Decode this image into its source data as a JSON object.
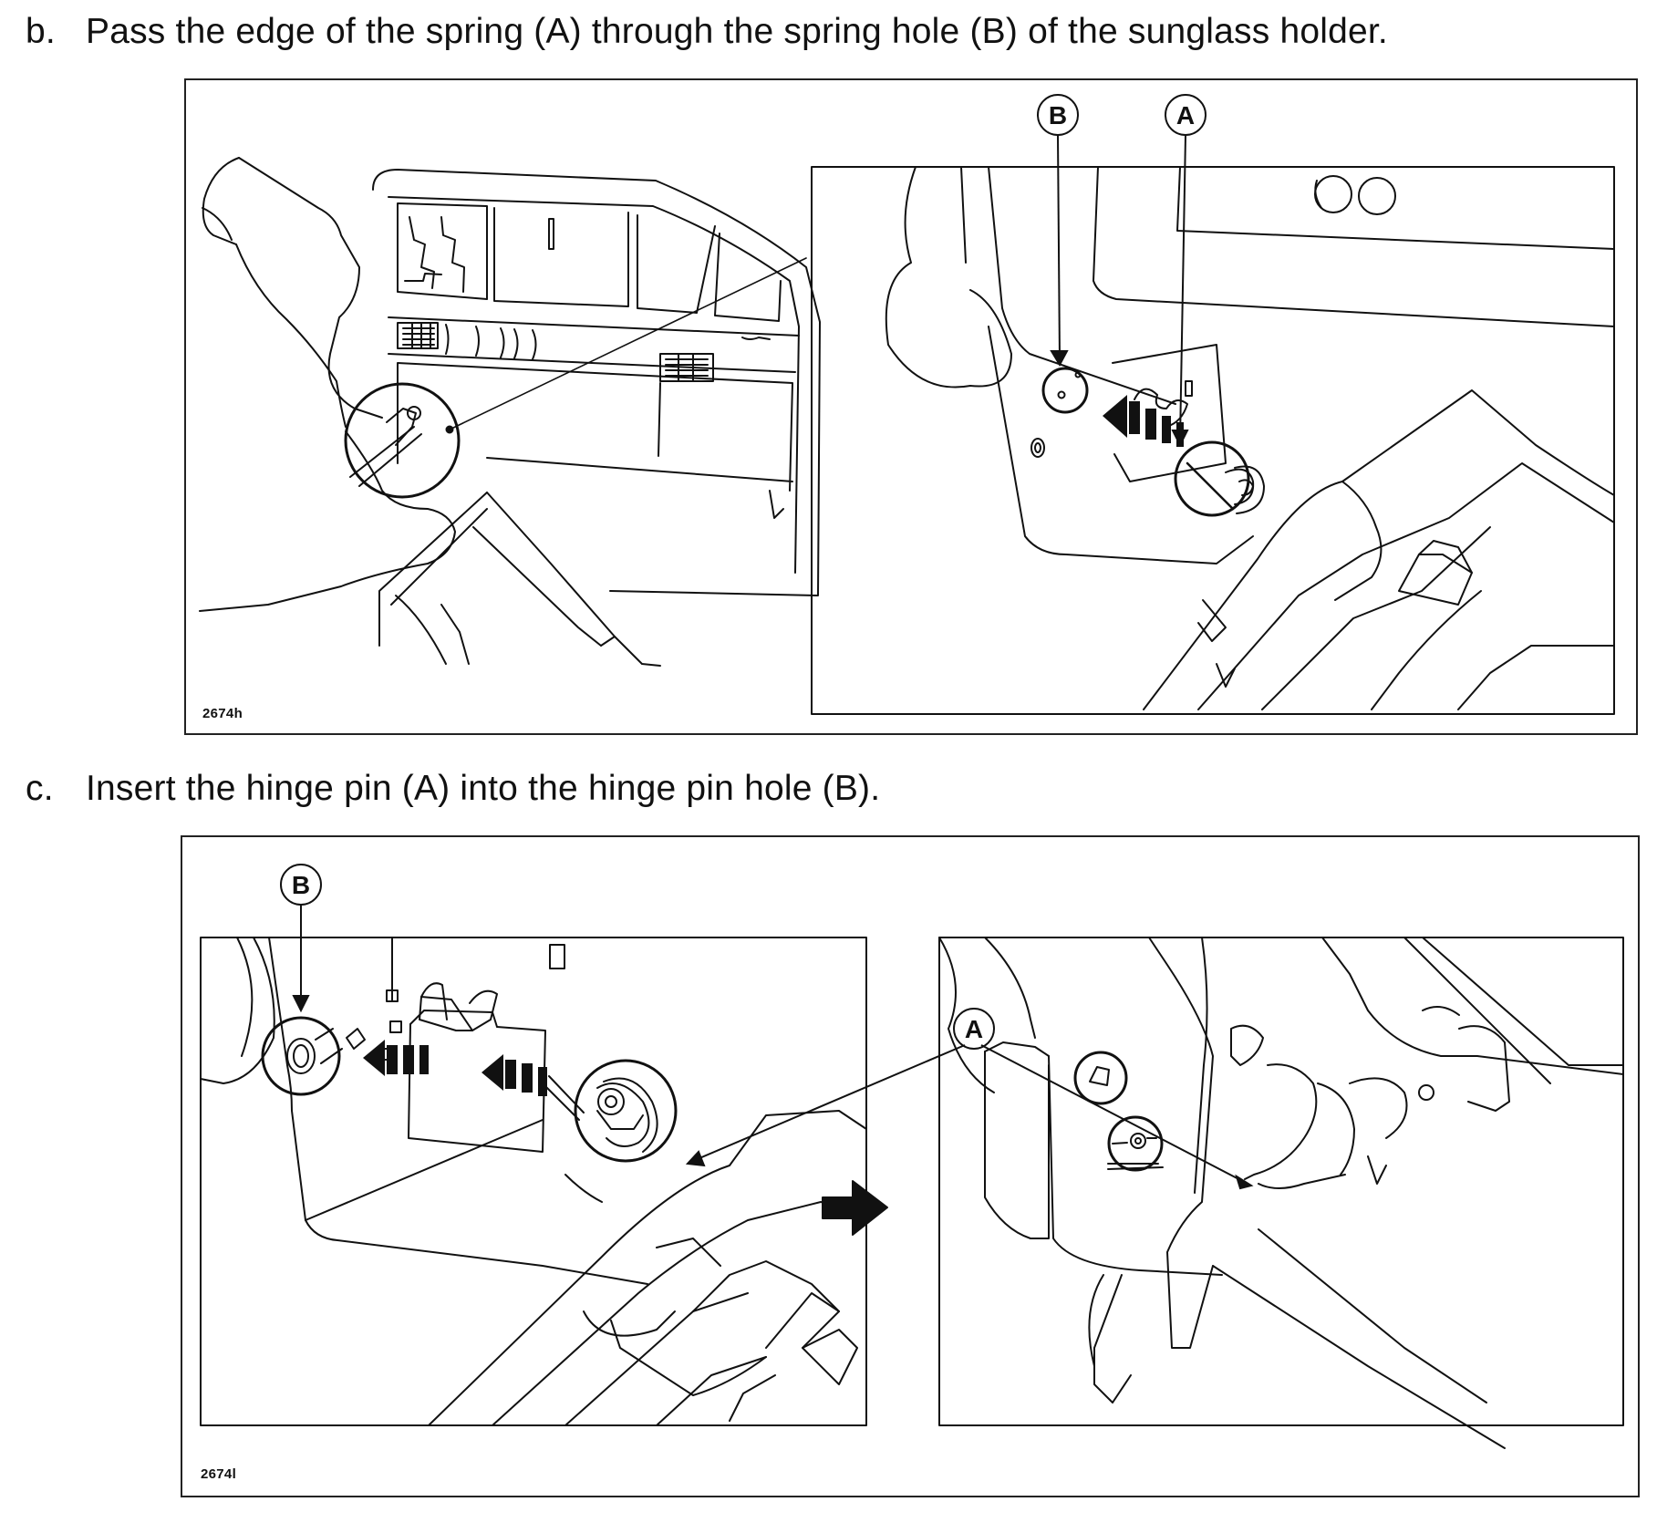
{
  "steps": [
    {
      "letter": "b.",
      "text": "Pass the edge of the spring (A) through the spring hole (B) of the sunglass holder.",
      "figure": {
        "code": "2674h",
        "callouts": [
          "B",
          "A"
        ]
      }
    },
    {
      "letter": "c.",
      "text": "Insert the hinge pin (A) into the hinge pin hole (B).",
      "figure": {
        "code": "2674l",
        "callouts": [
          "B",
          "A"
        ]
      }
    }
  ]
}
